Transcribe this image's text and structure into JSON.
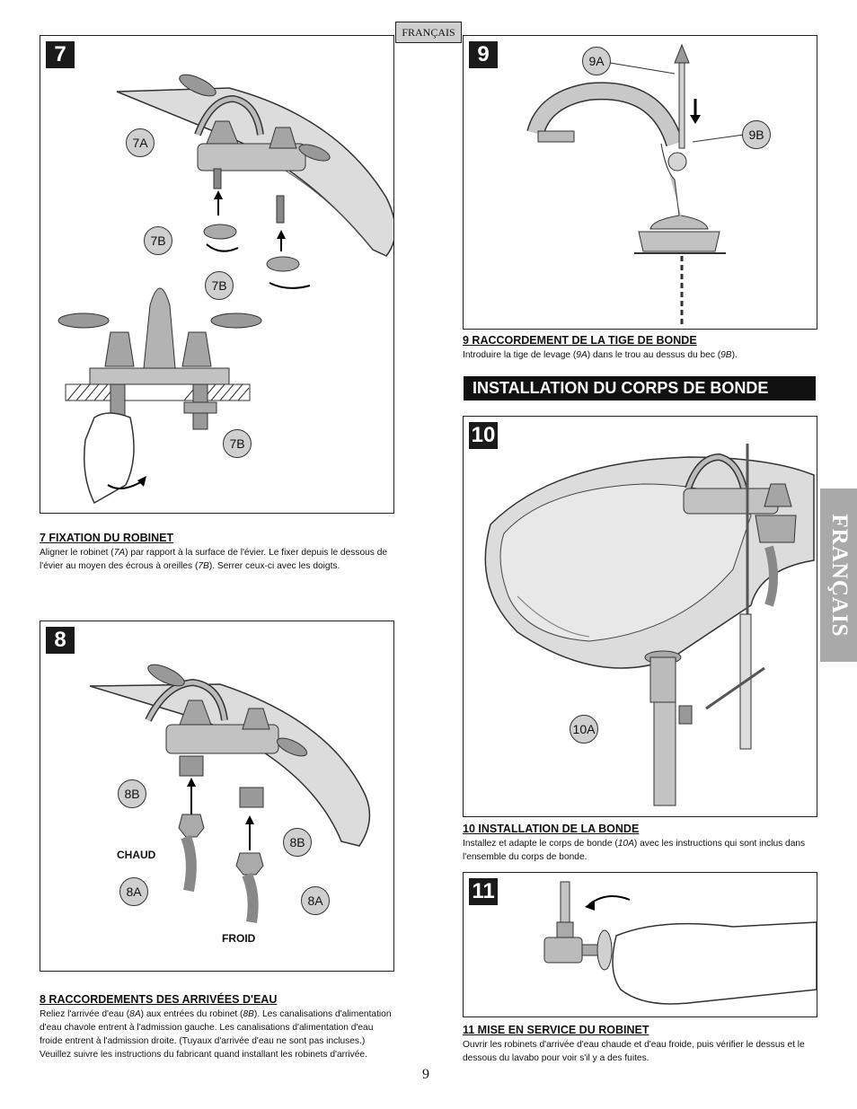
{
  "header_tab": "FRANÇAIS",
  "side_tab": "FRANÇAIS",
  "page_number": "9",
  "section_banner": "INSTALLATION DU CORPS DE BONDE",
  "steps": {
    "s7": {
      "number": "7",
      "heading": "7  FIXATION DU ROBINET",
      "text_1": "Aligner le robinet (",
      "ref_1": "7A",
      "text_2": ") par rapport à la surface de l'évier. Le fixer depuis le dessous de l'évier au moyen des écrous à oreilles (",
      "ref_2": "7B",
      "text_3": "). Serrer ceux-ci avec les doigts.",
      "callouts": [
        "7A",
        "7B",
        "7B",
        "7B"
      ]
    },
    "s8": {
      "number": "8",
      "heading": "8  RACCORDEMENTS DES ARRIVÉES D'EAU",
      "text_1": "Reliez l'arrivée d'eau (",
      "ref_1": "8A",
      "text_2": ") aux entrées du robinet (",
      "ref_2": "8B",
      "text_3": "). Les canalisations d'alimentation d'eau chavole entrent à l'admission gauche. Les canalisations d'alimentation d'eau froide entrent à l'admission droite. (Tuyaux d'arrivée d'eau ne sont pas incluses.) Veuillez suivre les instructions du fabricant quand installant les robinets d'arrivée.",
      "callouts": [
        "8B",
        "8B",
        "8A",
        "8A"
      ],
      "label_hot": "CHAUD",
      "label_cold": "FROID"
    },
    "s9": {
      "number": "9",
      "heading": "9  RACCORDEMENT DE LA TIGE DE BONDE",
      "text_1": "Introduire la tige de levage (",
      "ref_1": "9A",
      "text_2": ") dans le trou au dessus du bec (",
      "ref_2": "9B",
      "text_3": ").",
      "callouts": [
        "9A",
        "9B"
      ]
    },
    "s10": {
      "number": "10",
      "heading": "10  INSTALLATION DE LA BONDE",
      "text_1": "Installez et adapte le corps de bonde (",
      "ref_1": "10A",
      "text_2": ") avec les instructions qui sont inclus dans l'ensemble du corps de bonde.",
      "callouts": [
        "10A"
      ]
    },
    "s11": {
      "number": "11",
      "heading": "11  MISE EN SERVICE DU ROBINET",
      "text_1": "Ouvrir les robinets d'arrivée d'eau chaude et d'eau froide, puis vérifier le dessus et le dessous du lavabo pour voir s'il y a des fuites."
    }
  }
}
